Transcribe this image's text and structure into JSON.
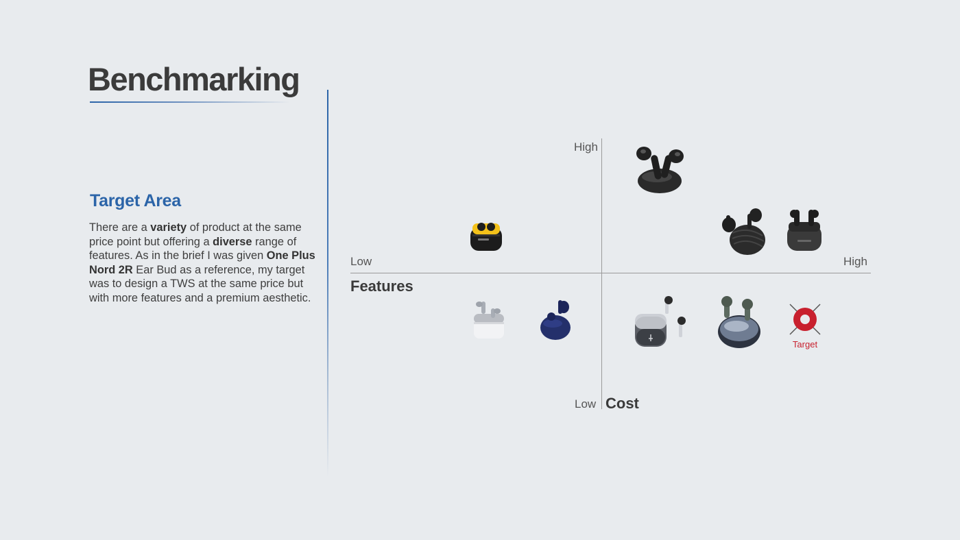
{
  "slide": {
    "title": "Benchmarking",
    "section_heading": "Target Area",
    "body": [
      {
        "text": "There are a ",
        "bold": false
      },
      {
        "text": "variety",
        "bold": true
      },
      {
        "text": " of product at the same price point but offering a ",
        "bold": false
      },
      {
        "text": "diverse",
        "bold": true
      },
      {
        "text": " range of features. As in the brief I was given ",
        "bold": false
      },
      {
        "text": "One Plus Nord 2R",
        "bold": true
      },
      {
        "text": " Ear Bud as a reference, my target was to design a TWS at the same price but with more features and a premium aesthetic.",
        "bold": false
      }
    ]
  },
  "chart": {
    "horizontal_axis": {
      "title": "Features",
      "low": "Low",
      "high": "High"
    },
    "vertical_axis": {
      "title": "Cost",
      "low": "Low",
      "high": "High"
    },
    "target_label": "Target"
  },
  "colors": {
    "accent_blue": "#2b64a8",
    "target_red": "#c8202e",
    "background": "#e8ebee"
  }
}
